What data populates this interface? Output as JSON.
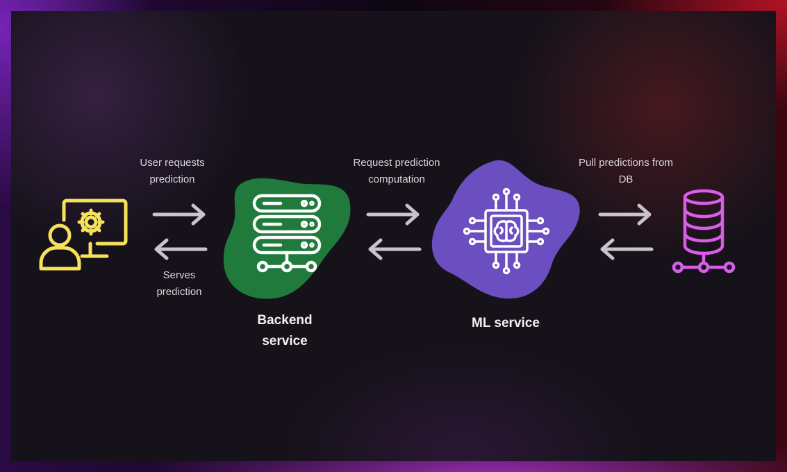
{
  "nodes": {
    "user": {
      "icon": "user-monitor-gear-icon",
      "color": "#f5e25a"
    },
    "backend": {
      "icon": "server-rack-icon",
      "title_line1": "Backend",
      "title_line2": "service",
      "blob_color": "#1f7a3c"
    },
    "ml": {
      "icon": "ai-chip-brain-icon",
      "title": "ML service",
      "blob_color": "#6b4fc0"
    },
    "db": {
      "icon": "database-icon",
      "color": "#d85ee8"
    }
  },
  "edges": {
    "user_backend": {
      "forward_line1": "User requests",
      "forward_line2": "prediction",
      "back_line1": "Serves",
      "back_line2": "prediction"
    },
    "backend_ml": {
      "forward_line1": "Request prediction",
      "forward_line2": "computation"
    },
    "ml_db": {
      "forward_line1": "Pull predictions from",
      "forward_line2": "DB"
    }
  },
  "colors": {
    "arrow": "#c9c3cc",
    "text": "#d9d5dc",
    "title": "#f2f0f4"
  }
}
